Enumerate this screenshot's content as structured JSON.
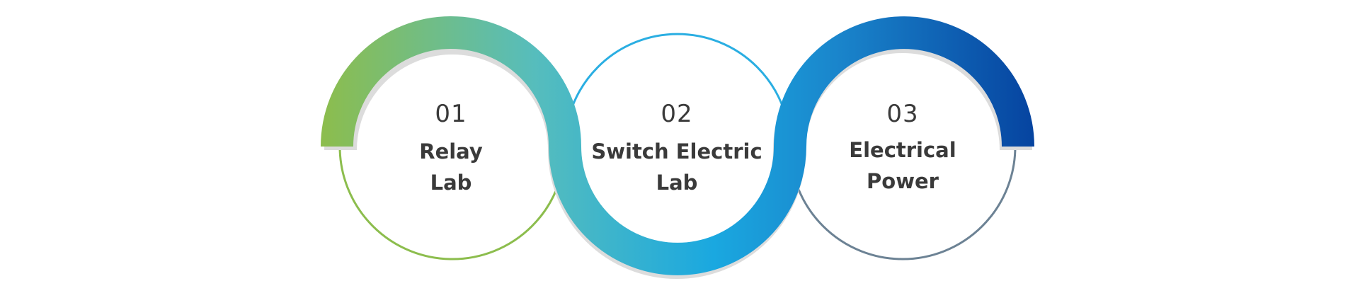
{
  "colors": {
    "gradient_start": "#8cbd4d",
    "gradient_mid1": "#56bdbd",
    "gradient_mid2": "#1aa8e0",
    "gradient_mid3": "#1a86cc",
    "gradient_end": "#0644a0",
    "ring_1": "#8cbd4d",
    "ring_2": "#2aaee2",
    "ring_3": "#6c8294",
    "text": "#3a3a3a",
    "shadow": "#dcdcdc"
  },
  "steps": [
    {
      "number": "01",
      "line1": "Relay",
      "line2": "Lab"
    },
    {
      "number": "02",
      "line1": "Switch Electric",
      "line2": "Lab"
    },
    {
      "number": "03",
      "line1": "Electrical",
      "line2": "Power"
    }
  ]
}
